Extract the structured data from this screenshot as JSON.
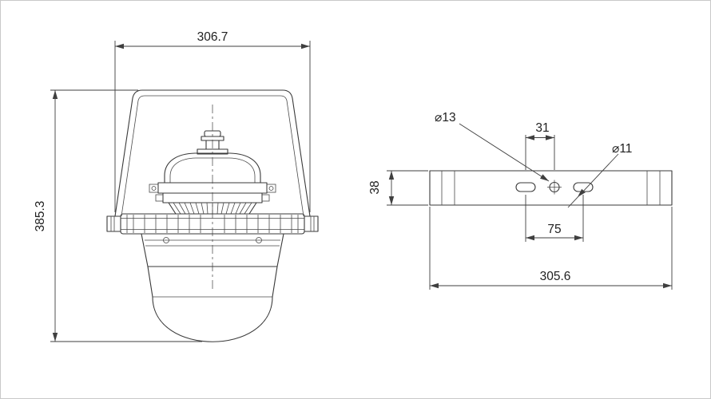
{
  "front_view": {
    "width_dim": "306.7",
    "height_dim": "385.3"
  },
  "bracket_view": {
    "hole_dia_label": "⌀13",
    "hole_offset_dim": "31",
    "slot_dia_label": "⌀11",
    "plate_height_dim": "38",
    "slot_spacing_dim": "75",
    "overall_length_dim": "305.6"
  },
  "colors": {
    "line": "#3a3a3a",
    "dim_line": "#3f3f3f",
    "background": "#ffffff",
    "frame_border": "#c9c9c9"
  }
}
